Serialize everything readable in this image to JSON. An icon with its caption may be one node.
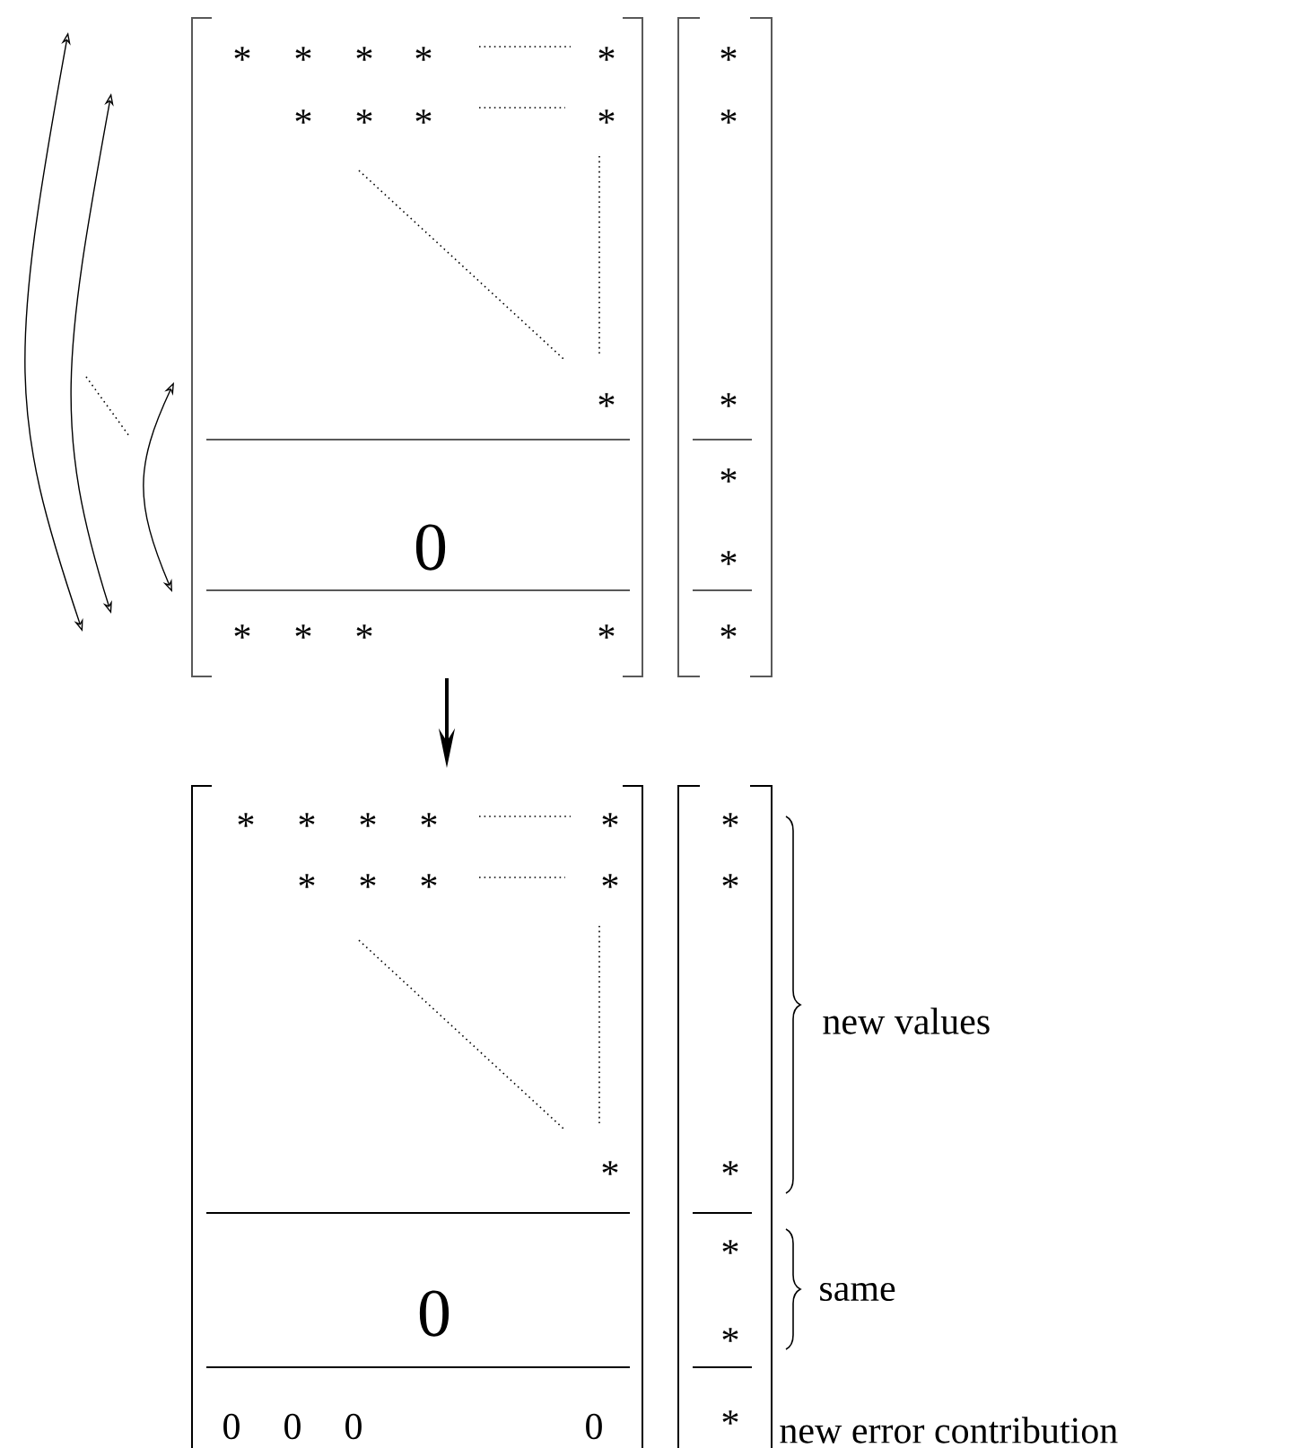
{
  "diagram": {
    "labels": [
      "*",
      "*",
      "*",
      "*",
      "*",
      "*",
      "*",
      "*",
      "*",
      "*",
      "*",
      "*",
      "*",
      "*",
      "0",
      "*",
      "*",
      "*",
      "*",
      "*",
      "*",
      "*",
      "*",
      "*",
      "*",
      "*",
      "*",
      "*",
      "*",
      "*",
      "*",
      "*",
      "new values",
      "*",
      "*",
      "*",
      "same",
      "0",
      "*",
      "0",
      "0",
      "0",
      "0",
      "*",
      "new error contribution"
    ]
  }
}
